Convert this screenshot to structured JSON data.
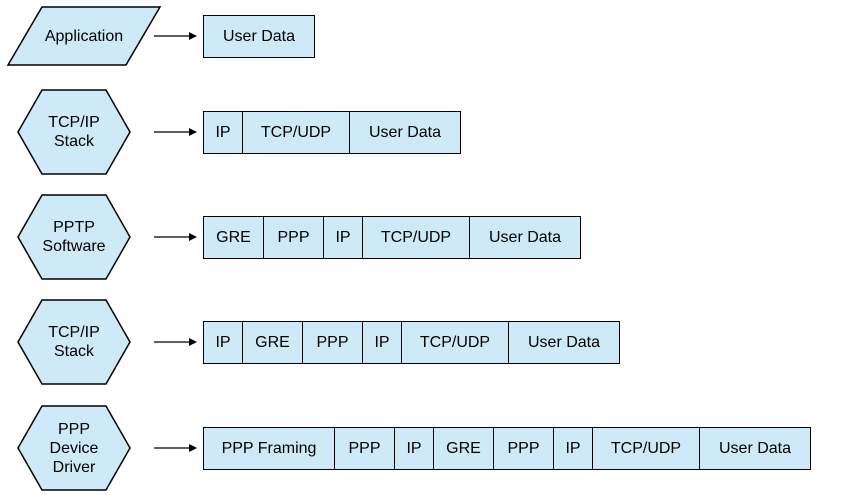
{
  "title": "PPTP packet encapsulation diagram",
  "colors": {
    "shape_fill": "#CEE9F8",
    "shape_border": "#000000",
    "text": "#000000",
    "background": "#FFFFFF"
  },
  "icons": {
    "arrow": "right-arrow"
  },
  "rows": [
    {
      "stage": {
        "shape": "parallelogram",
        "lines": [
          "Application"
        ]
      },
      "packet": [
        "User Data"
      ]
    },
    {
      "stage": {
        "shape": "hexagon",
        "lines": [
          "TCP/IP",
          "Stack"
        ]
      },
      "packet": [
        "IP",
        "TCP/UDP",
        "User Data"
      ]
    },
    {
      "stage": {
        "shape": "hexagon",
        "lines": [
          "PPTP",
          "Software"
        ]
      },
      "packet": [
        "GRE",
        "PPP",
        "IP",
        "TCP/UDP",
        "User Data"
      ]
    },
    {
      "stage": {
        "shape": "hexagon",
        "lines": [
          "TCP/IP",
          "Stack"
        ]
      },
      "packet": [
        "IP",
        "GRE",
        "PPP",
        "IP",
        "TCP/UDP",
        "User Data"
      ]
    },
    {
      "stage": {
        "shape": "hexagon",
        "lines": [
          "PPP",
          "Device",
          "Driver"
        ]
      },
      "packet": [
        "PPP Framing",
        "PPP",
        "IP",
        "GRE",
        "PPP",
        "IP",
        "TCP/UDP",
        "User Data"
      ]
    }
  ]
}
